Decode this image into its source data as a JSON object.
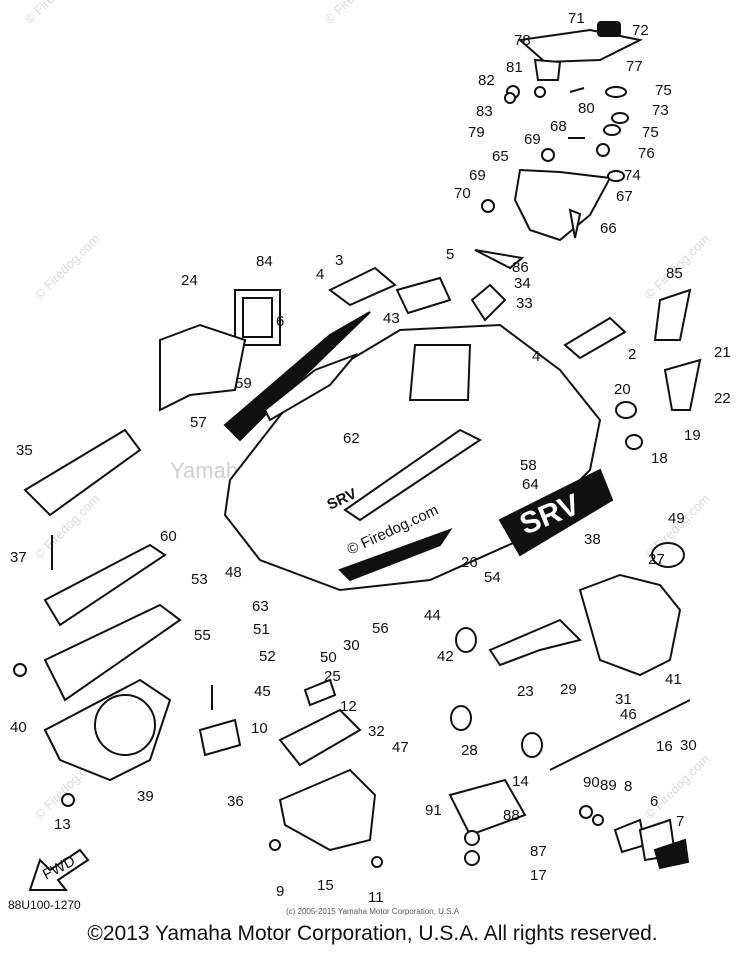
{
  "diagram": {
    "id_label": "88U100-1270",
    "small_copyright": "(c) 2005-2015 Yamaha Motor Corporation, U.S.A",
    "footer_copyright": "©2013 Yamaha Motor Corporation, U.S.A. All rights reserved.",
    "watermark_text": "© Firedog.com",
    "watermark_center": "Yamaha Motor Corp., U.S.A.",
    "hood_logo": "SRV",
    "side_logo": "SRV",
    "arrow_label": "FWD",
    "site_stripe": "© Firedog.com"
  },
  "callouts": [
    "71",
    "72",
    "78",
    "77",
    "81",
    "82",
    "75",
    "80",
    "73",
    "83",
    "79",
    "75",
    "69",
    "68",
    "76",
    "65",
    "74",
    "69",
    "70",
    "67",
    "66",
    "86",
    "84",
    "3",
    "5",
    "34",
    "24",
    "4",
    "33",
    "85",
    "6",
    "43",
    "4",
    "2",
    "21",
    "59",
    "20",
    "22",
    "57",
    "35",
    "62",
    "19",
    "58",
    "18",
    "64",
    "49",
    "60",
    "38",
    "37",
    "53",
    "48",
    "63",
    "27",
    "26",
    "54",
    "51",
    "56",
    "44",
    "55",
    "52",
    "50",
    "30",
    "42",
    "45",
    "25",
    "23",
    "29",
    "31",
    "41",
    "40",
    "10",
    "12",
    "32",
    "28",
    "46",
    "16",
    "47",
    "30",
    "14",
    "36",
    "39",
    "13",
    "91",
    "90",
    "89",
    "8",
    "88",
    "6",
    "87",
    "7",
    "17",
    "9",
    "15",
    "11"
  ]
}
